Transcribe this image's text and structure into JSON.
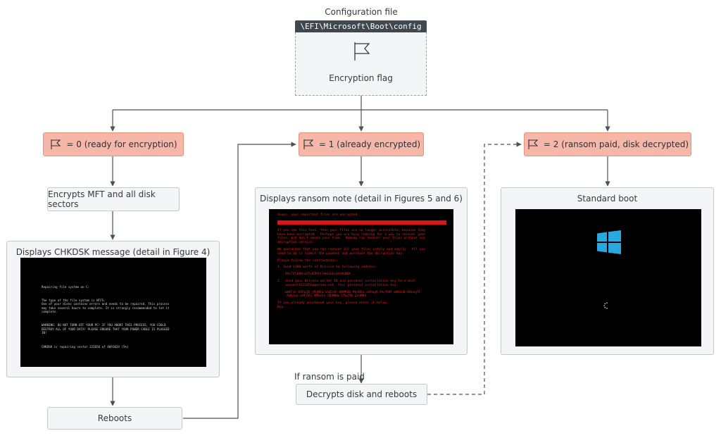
{
  "config": {
    "title": "Configuration file",
    "path": "\\EFI\\Microsoft\\Boot\\config",
    "flag_label": "Encryption flag"
  },
  "states": [
    {
      "text": "= 0 (ready for encryption)"
    },
    {
      "text": "= 1 (already encrypted)"
    },
    {
      "text": "= 2 (ransom paid, disk decrypted)"
    }
  ],
  "steps": {
    "encrypts": "Encrypts MFT and all disk sectors",
    "reboots": "Reboots",
    "decrypts": "Decrypts disk and reboots",
    "if_paid": "If ransom is paid"
  },
  "panels": {
    "chkdsk_title": "Displays CHKDSK message (detail in Figure 4)",
    "ransom_title": "Displays ransom note (detail in Figures 5 and 6)",
    "boot_title": "Standard boot"
  },
  "chkdsk_screen": [
    "Repairing file system on C:",
    "The type of the file system is NTFS.\nOne of your disks contains errors and needs to be repaired. This process\nmay take several hours to complete. It is strongly recommended to let it\ncomplete.",
    "WARNING: DO NOT TURN OFF YOUR PC! IF YOU ABORT THIS PROCESS, YOU COULD\nDESTROY ALL OF YOUR DATA! PLEASE ENSURE THAT YOUR POWER CABLE IS PLUGGED\nIN!",
    "CHKDSK is repairing sector 221656 of 4091024 (5%)"
  ],
  "ransom_screen": [
    "Ooops, your important files are encrypted.",
    "If you see this text, then your files are no longer accessible, because they\nhave been encrypted.  Perhaps you are busy looking for a way to recover your\nfiles, but don't waste your time.  Nobody can recover your files without our\ndecryption service.",
    "We guarantee that you can recover all your files safely and easily.  All you\nneed to do is submit the payment and purchase the decryption key.",
    "Please follow the instructions:",
    "1.  Send $300 worth of Bitcoin to following address:",
    "1Mz7153HMuxXTuR2R1t78mGSdzaAtNbBWX",
    "2.  Send your Bitcoin wallet ID and personal installation key to e-mail\n    wowsmith123456@posteo.net. Your personal installation key:",
    "xWdTrk-S9Fa2D-jMqMEG-VaD1tF-XDMM3B-MksRDx-vQFmgR-fkrP4M-mHN3eB-KBxeqTF\n-ZeNJun-yHFZV3-4MbnEa-CEHNWa-5fmJ5B-ZeaNRd",
    "If you already purchased your key, please enter it below.\nKey: _"
  ]
}
